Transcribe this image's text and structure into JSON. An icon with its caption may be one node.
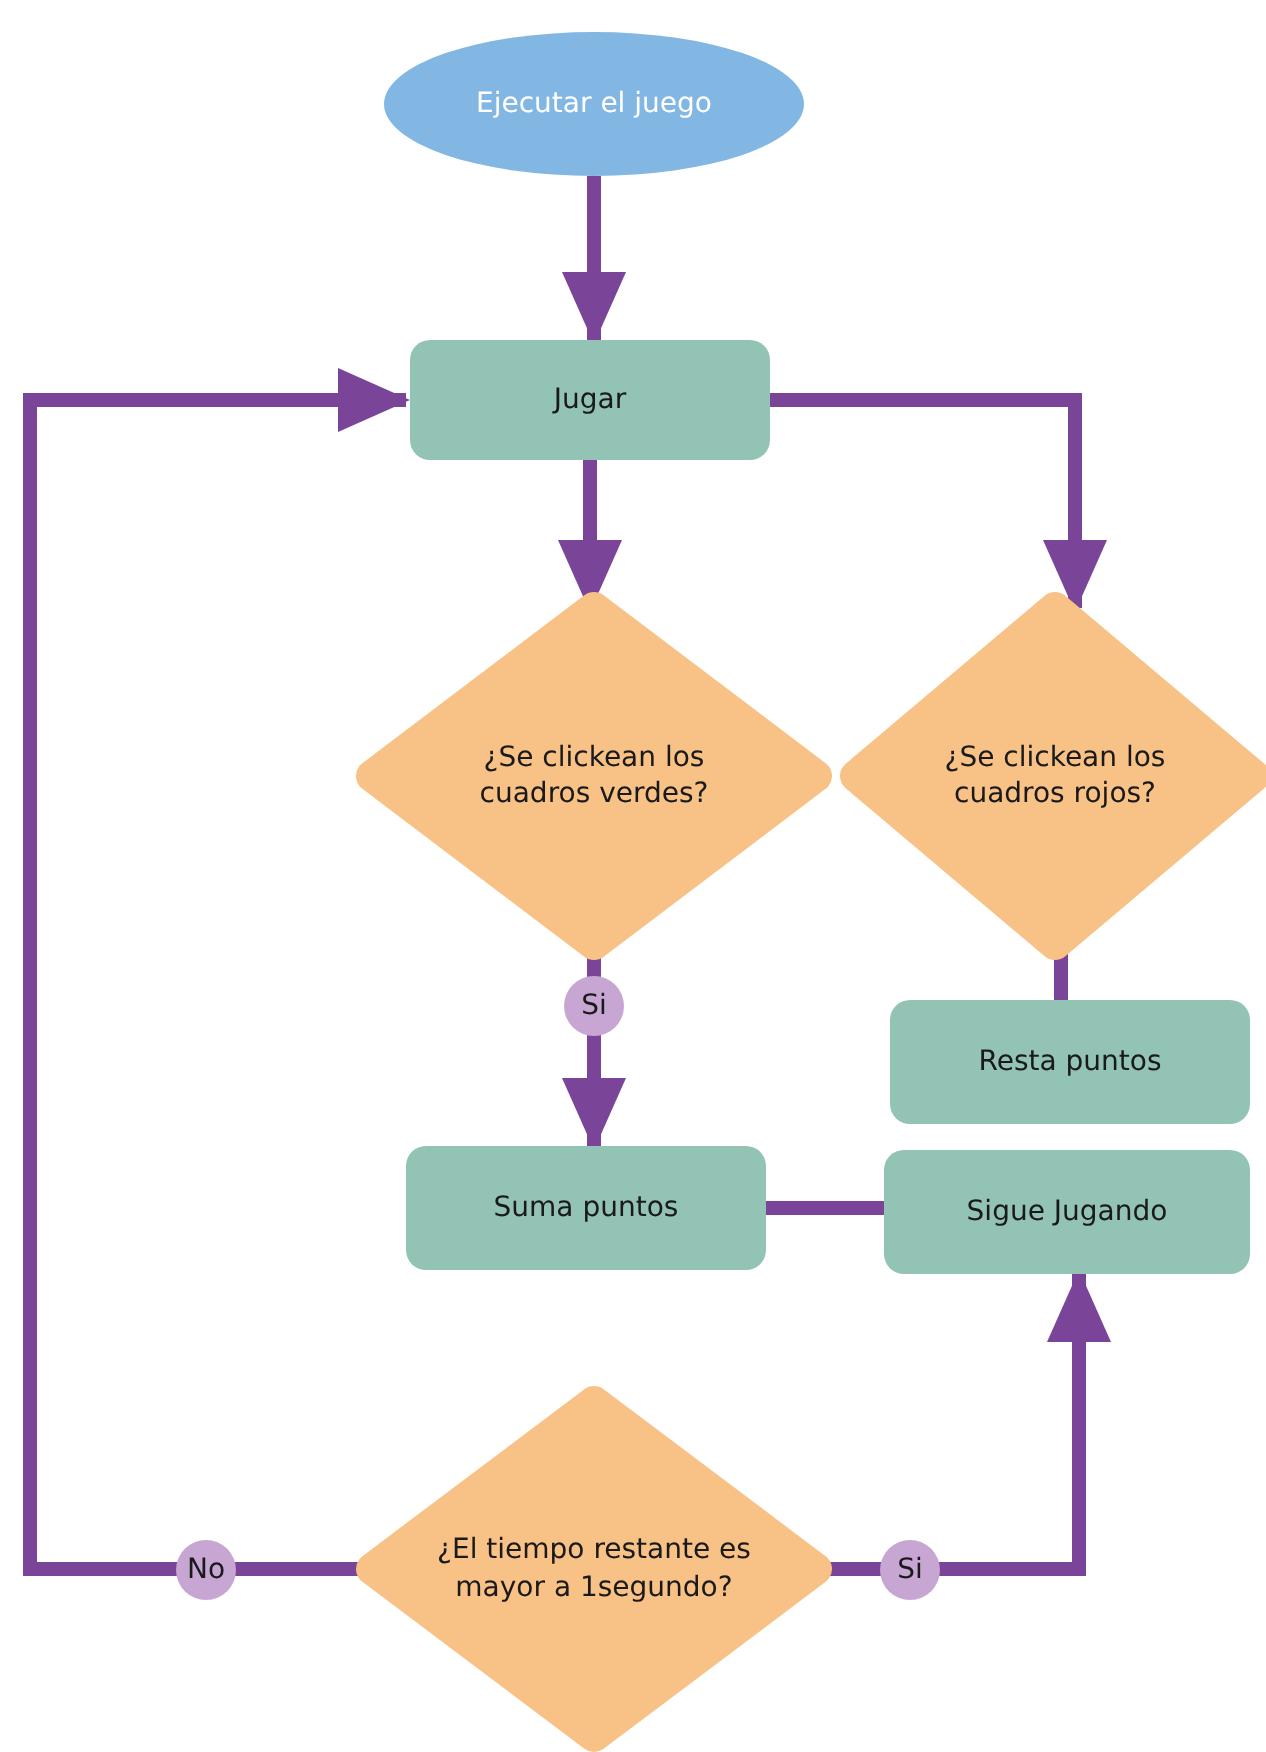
{
  "diagram": {
    "nodes": [
      {
        "text": [
          "Ejecutar el juego"
        ]
      },
      {
        "text": [
          "Jugar"
        ]
      },
      {
        "text": [
          "¿Se clickean los cuadros verdes?"
        ]
      },
      {
        "text": [
          "¿Se clickean los cuadros rojos?"
        ]
      },
      {
        "text": [
          "Resta puntos"
        ]
      },
      {
        "text": [
          "Suma puntos"
        ]
      },
      {
        "text": [
          "Sigue Jugando"
        ]
      },
      {
        "text": [
          "¿El tiempo restante es mayor a 1segundo?"
        ]
      }
    ],
    "edges": [
      {
        "from": 0,
        "to": 1,
        "arrow": "to"
      },
      {
        "from": 1,
        "to": 2,
        "arrow": "to"
      },
      {
        "from": 1,
        "to": 3,
        "arrow": "to"
      },
      {
        "from": 2,
        "to": 5,
        "arrow": "to",
        "label": "Si"
      },
      {
        "from": 3,
        "to": 4,
        "arrow": "none"
      },
      {
        "from": 5,
        "to": 6,
        "arrow": "none"
      },
      {
        "from": 7,
        "to": 1,
        "arrow": "to",
        "label": "No"
      },
      {
        "from": 7,
        "to": 6,
        "arrow": "to",
        "label": "Si"
      }
    ]
  }
}
